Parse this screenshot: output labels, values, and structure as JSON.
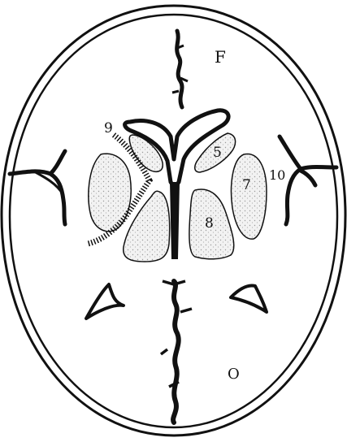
{
  "labels": {
    "frontal": "F",
    "occipital": "O",
    "num5": "5",
    "num7": "7",
    "num8": "8",
    "num9": "9",
    "num10": "10"
  },
  "colors": {
    "ink": "#111111",
    "stipple_fill": "#e4e4e4",
    "background": "#ffffff"
  }
}
